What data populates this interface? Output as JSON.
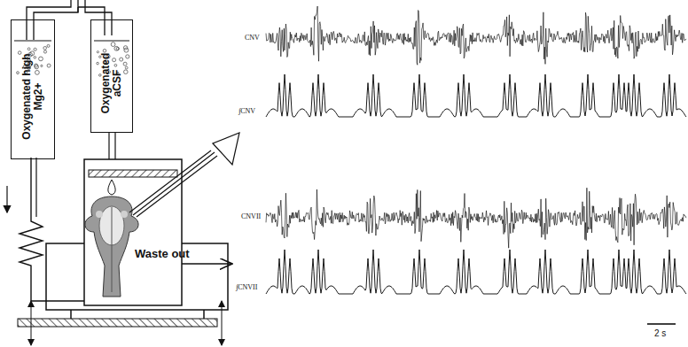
{
  "diagram": {
    "nodes": [
      {
        "text": [
          "Oxygenated high Mg2+"
        ]
      },
      {
        "text": [
          "Oxygenated aCSF"
        ]
      }
    ],
    "labels": [
      "CNV",
      "∫CNV",
      "CNVII",
      "∫CNVII",
      "Waste out",
      "2 s"
    ]
  }
}
